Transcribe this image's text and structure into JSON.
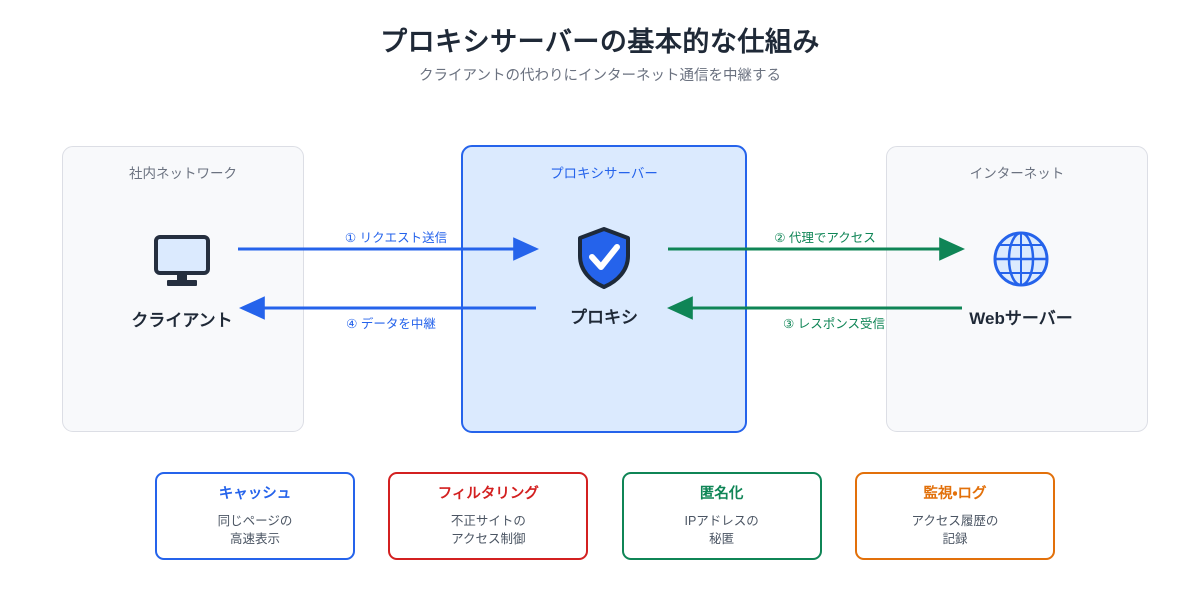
{
  "header": {
    "title": "プロキシサーバーの基本的な仕組み",
    "subtitle": "クライアントの代わりにインターネット通信を中継する"
  },
  "colors": {
    "blue": "#2563eb",
    "green": "#0f8556",
    "red": "#d32020",
    "orange": "#e2700a",
    "ink": "#1f2937",
    "muted": "#6b7280",
    "panel_bg": "#f8f9fb",
    "panel_border": "#dcdee5",
    "accent_bg": "#dbeafe"
  },
  "panels": [
    {
      "id": "internal",
      "title": "社内ネットワーク",
      "node_label": "クライアント",
      "node_icon": "monitor-icon",
      "style": "neutral"
    },
    {
      "id": "proxy",
      "title": "プロキシサーバー",
      "node_label": "プロキシ",
      "node_icon": "shield-check-icon",
      "style": "accent"
    },
    {
      "id": "internet",
      "title": "インターネット",
      "node_label": "Webサーバー",
      "node_icon": "globe-icon",
      "style": "neutral"
    }
  ],
  "flows": [
    {
      "id": 1,
      "label": "① リクエスト送信",
      "color": "blue",
      "direction": "right",
      "from": "client",
      "to": "proxy"
    },
    {
      "id": 2,
      "label": "② 代理でアクセス",
      "color": "green",
      "direction": "right",
      "from": "proxy",
      "to": "webserver"
    },
    {
      "id": 3,
      "label": "③ レスポンス受信",
      "color": "green",
      "direction": "left",
      "from": "webserver",
      "to": "proxy"
    },
    {
      "id": 4,
      "label": "④ データを中継",
      "color": "blue",
      "direction": "left",
      "from": "proxy",
      "to": "client"
    }
  ],
  "cards": [
    {
      "title": "キャッシュ",
      "line1": "同じページの",
      "line2": "高速表示",
      "color": "#2563eb"
    },
    {
      "title": "フィルタリング",
      "line1": "不正サイトの",
      "line2": "アクセス制御",
      "color": "#d32020"
    },
    {
      "title": "匿名化",
      "line1": "IPアドレスの",
      "line2": "秘匿",
      "color": "#0f8556"
    },
    {
      "title": "監視・ログ",
      "line1": "アクセス履歴の",
      "line2": "記録",
      "color": "#e2700a"
    }
  ]
}
